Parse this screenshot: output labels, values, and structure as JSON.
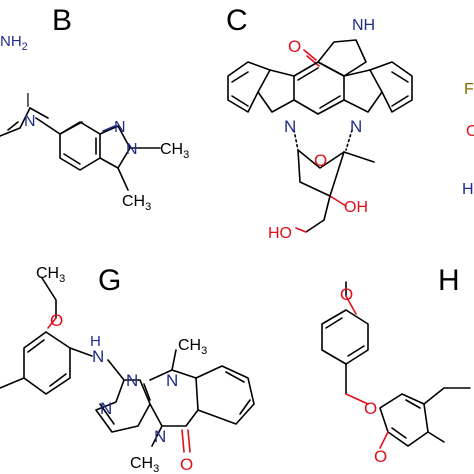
{
  "panels": {
    "B": {
      "letter": "B",
      "fragment": "NH",
      "fragment_sub": "2"
    },
    "C": {
      "letter": "C"
    },
    "G": {
      "letter": "G"
    },
    "H": {
      "letter": "H"
    }
  },
  "atoms": {
    "B": {
      "n_amine": "N",
      "n1": "N",
      "n2": "N",
      "ch3_n": "CH",
      "ch3_n_sub": "3",
      "ch3_c": "CH",
      "ch3_c_sub": "3"
    },
    "C": {
      "o_carbonyl": "O",
      "nh": "NH",
      "n_left": "N",
      "n_right": "N",
      "o_ring": "O",
      "oh": "OH",
      "ho": "HO"
    },
    "G": {
      "ch3_top": "CH",
      "ch3_top_sub": "3",
      "o": "O",
      "nh": "H",
      "nh_n": "N",
      "n_a": "N",
      "n_b": "N",
      "n_c": "N",
      "n_d": "N",
      "ch3_n": "CH",
      "ch3_n_sub": "3",
      "ch3_bottom": "CH",
      "ch3_bottom_sub": "3",
      "o_carbonyl": "O"
    },
    "H": {
      "o_top": "O",
      "o_mid": "O",
      "o_low": "O"
    }
  },
  "edge_fragments": {
    "right_top": "F",
    "right_mid": "O",
    "right_low": "H"
  },
  "colors": {
    "black": "#000000",
    "nitrogen": "#1f2d8c",
    "oxygen": "#e0101a",
    "fluorine": "#8a6a00"
  }
}
